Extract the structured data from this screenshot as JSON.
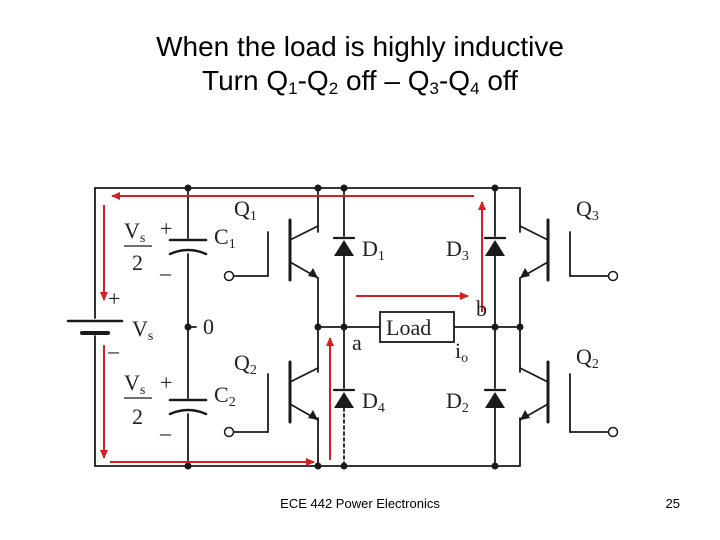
{
  "slide": {
    "title_line1": "When the load is highly inductive",
    "title_line2": {
      "turn": "Turn Q",
      "s1": "1",
      "dash1": "-Q",
      "s2": "2",
      "mid": " off – Q",
      "s3": "3",
      "dash2": "-Q",
      "s4": "4",
      "end": " off"
    },
    "footer_center": "ECE 442 Power Electronics",
    "page_number": "25"
  },
  "circuit": {
    "labels": {
      "vs": "V",
      "vs_sub": "s",
      "two": "2",
      "plus": "+",
      "minus": "–",
      "c1": "C",
      "c1_sub": "1",
      "c2": "C",
      "c2_sub": "2",
      "zero": "0",
      "q1": "Q",
      "q1_sub": "1",
      "q2": "Q",
      "q2_sub": "2",
      "q3": "Q",
      "q3_sub": "3",
      "q4": "Q",
      "q4_sub": "2",
      "d1": "D",
      "d1_sub": "1",
      "d2": "D",
      "d2_sub": "2",
      "d3": "D",
      "d3_sub": "3",
      "d4": "D",
      "d4_sub": "4",
      "load": "Load",
      "node_a": "a",
      "node_b": "b",
      "io": "i",
      "io_sub": "o"
    },
    "wire_color": "#1a1a1a",
    "arrow_color": "#d42020"
  }
}
